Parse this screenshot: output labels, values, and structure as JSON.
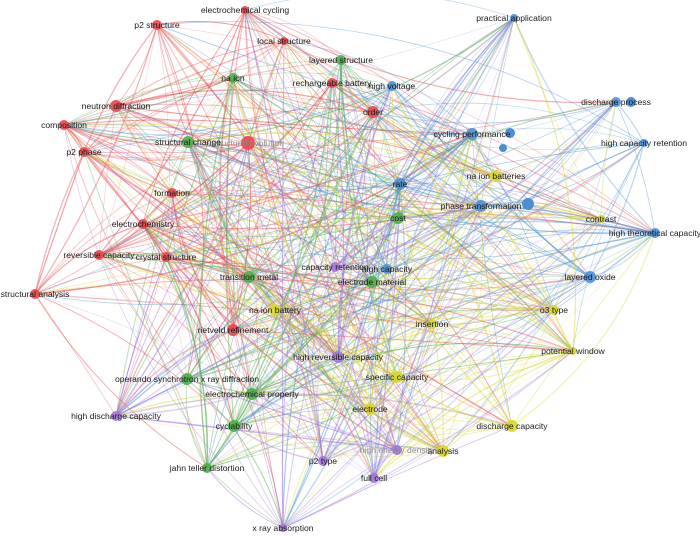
{
  "clusters": {
    "red": {
      "color": "#e8464b"
    },
    "green": {
      "color": "#4cae48"
    },
    "blue": {
      "color": "#4a8fd6"
    },
    "yellow": {
      "color": "#d8d62a"
    },
    "purple": {
      "color": "#a274d9"
    }
  },
  "nodes": [
    {
      "label": "electrochemical cycling",
      "cluster": "red"
    },
    {
      "label": "p2 structure",
      "cluster": "red"
    },
    {
      "label": "local structure",
      "cluster": "red"
    },
    {
      "label": "rechargeable battery",
      "cluster": "red"
    },
    {
      "label": "neutron diffraction",
      "cluster": "red"
    },
    {
      "label": "composition",
      "cluster": "red"
    },
    {
      "label": "p2 phase",
      "cluster": "red"
    },
    {
      "label": "structural evolution",
      "cluster": "red"
    },
    {
      "label": "order",
      "cluster": "red"
    },
    {
      "label": "formation",
      "cluster": "red"
    },
    {
      "label": "electrochemistry",
      "cluster": "red"
    },
    {
      "label": "reversible capacity",
      "cluster": "red"
    },
    {
      "label": "crystal structure",
      "cluster": "red"
    },
    {
      "label": "structural analysis",
      "cluster": "red"
    },
    {
      "label": "rietveld refinement",
      "cluster": "red"
    },
    {
      "label": "layered structure",
      "cluster": "green"
    },
    {
      "label": "na ion",
      "cluster": "green"
    },
    {
      "label": "structural change",
      "cluster": "green"
    },
    {
      "label": "cost",
      "cluster": "green"
    },
    {
      "label": "transition metal",
      "cluster": "green"
    },
    {
      "label": "electrode material",
      "cluster": "green"
    },
    {
      "label": "operando synchrotron x ray diffraction",
      "cluster": "green"
    },
    {
      "label": "electrochemical property",
      "cluster": "green"
    },
    {
      "label": "cyclability",
      "cluster": "green"
    },
    {
      "label": "jahn teller distortion",
      "cluster": "green"
    },
    {
      "label": "practical application",
      "cluster": "blue"
    },
    {
      "label": "high voltage",
      "cluster": "blue"
    },
    {
      "label": "discharge process",
      "cluster": "blue"
    },
    {
      "label": "cycling performance",
      "cluster": "blue"
    },
    {
      "label": "high capacity retention",
      "cluster": "blue"
    },
    {
      "label": "rate",
      "cluster": "blue"
    },
    {
      "label": "phase transformation",
      "cluster": "blue"
    },
    {
      "label": "high theoretical capacity",
      "cluster": "blue"
    },
    {
      "label": "layered oxide",
      "cluster": "blue"
    },
    {
      "label": "high capacity",
      "cluster": "blue"
    },
    {
      "label": "na ion batteries",
      "cluster": "yellow"
    },
    {
      "label": "contrast",
      "cluster": "yellow"
    },
    {
      "label": "na ion battery",
      "cluster": "yellow"
    },
    {
      "label": "insertion",
      "cluster": "yellow"
    },
    {
      "label": "o3 type",
      "cluster": "yellow"
    },
    {
      "label": "potential window",
      "cluster": "yellow"
    },
    {
      "label": "specific capacity",
      "cluster": "yellow"
    },
    {
      "label": "electrode",
      "cluster": "yellow"
    },
    {
      "label": "discharge capacity",
      "cluster": "yellow"
    },
    {
      "label": "analysis",
      "cluster": "yellow"
    },
    {
      "label": "capacity retention",
      "cluster": "purple"
    },
    {
      "label": "high reversible capacity",
      "cluster": "purple"
    },
    {
      "label": "high discharge capacity",
      "cluster": "purple"
    },
    {
      "label": "p2 type",
      "cluster": "purple"
    },
    {
      "label": "high energy density",
      "cluster": "purple"
    },
    {
      "label": "full cell",
      "cluster": "purple"
    },
    {
      "label": "x ray absorption",
      "cluster": "purple"
    }
  ]
}
